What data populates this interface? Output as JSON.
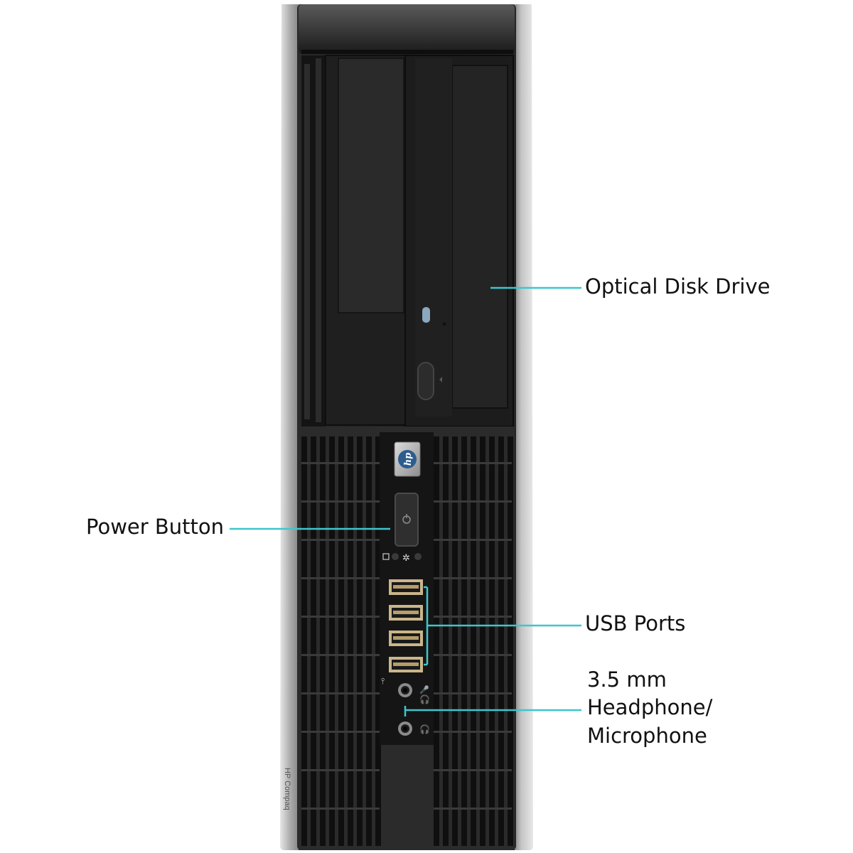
{
  "product": {
    "brand_logo_text": "hp",
    "side_label": "HP Compaq"
  },
  "callouts": {
    "optical_drive": "Optical Disk Drive",
    "power_button": "Power Button",
    "usb_ports": "USB Ports",
    "audio_line1": "3.5 mm",
    "audio_line2": "Headphone/",
    "audio_line3": "Microphone"
  },
  "colors": {
    "callout_line": "#3ec6cc",
    "case_front": "#1b1b1b",
    "case_side": "#b8b8b8",
    "background": "#ffffff"
  }
}
